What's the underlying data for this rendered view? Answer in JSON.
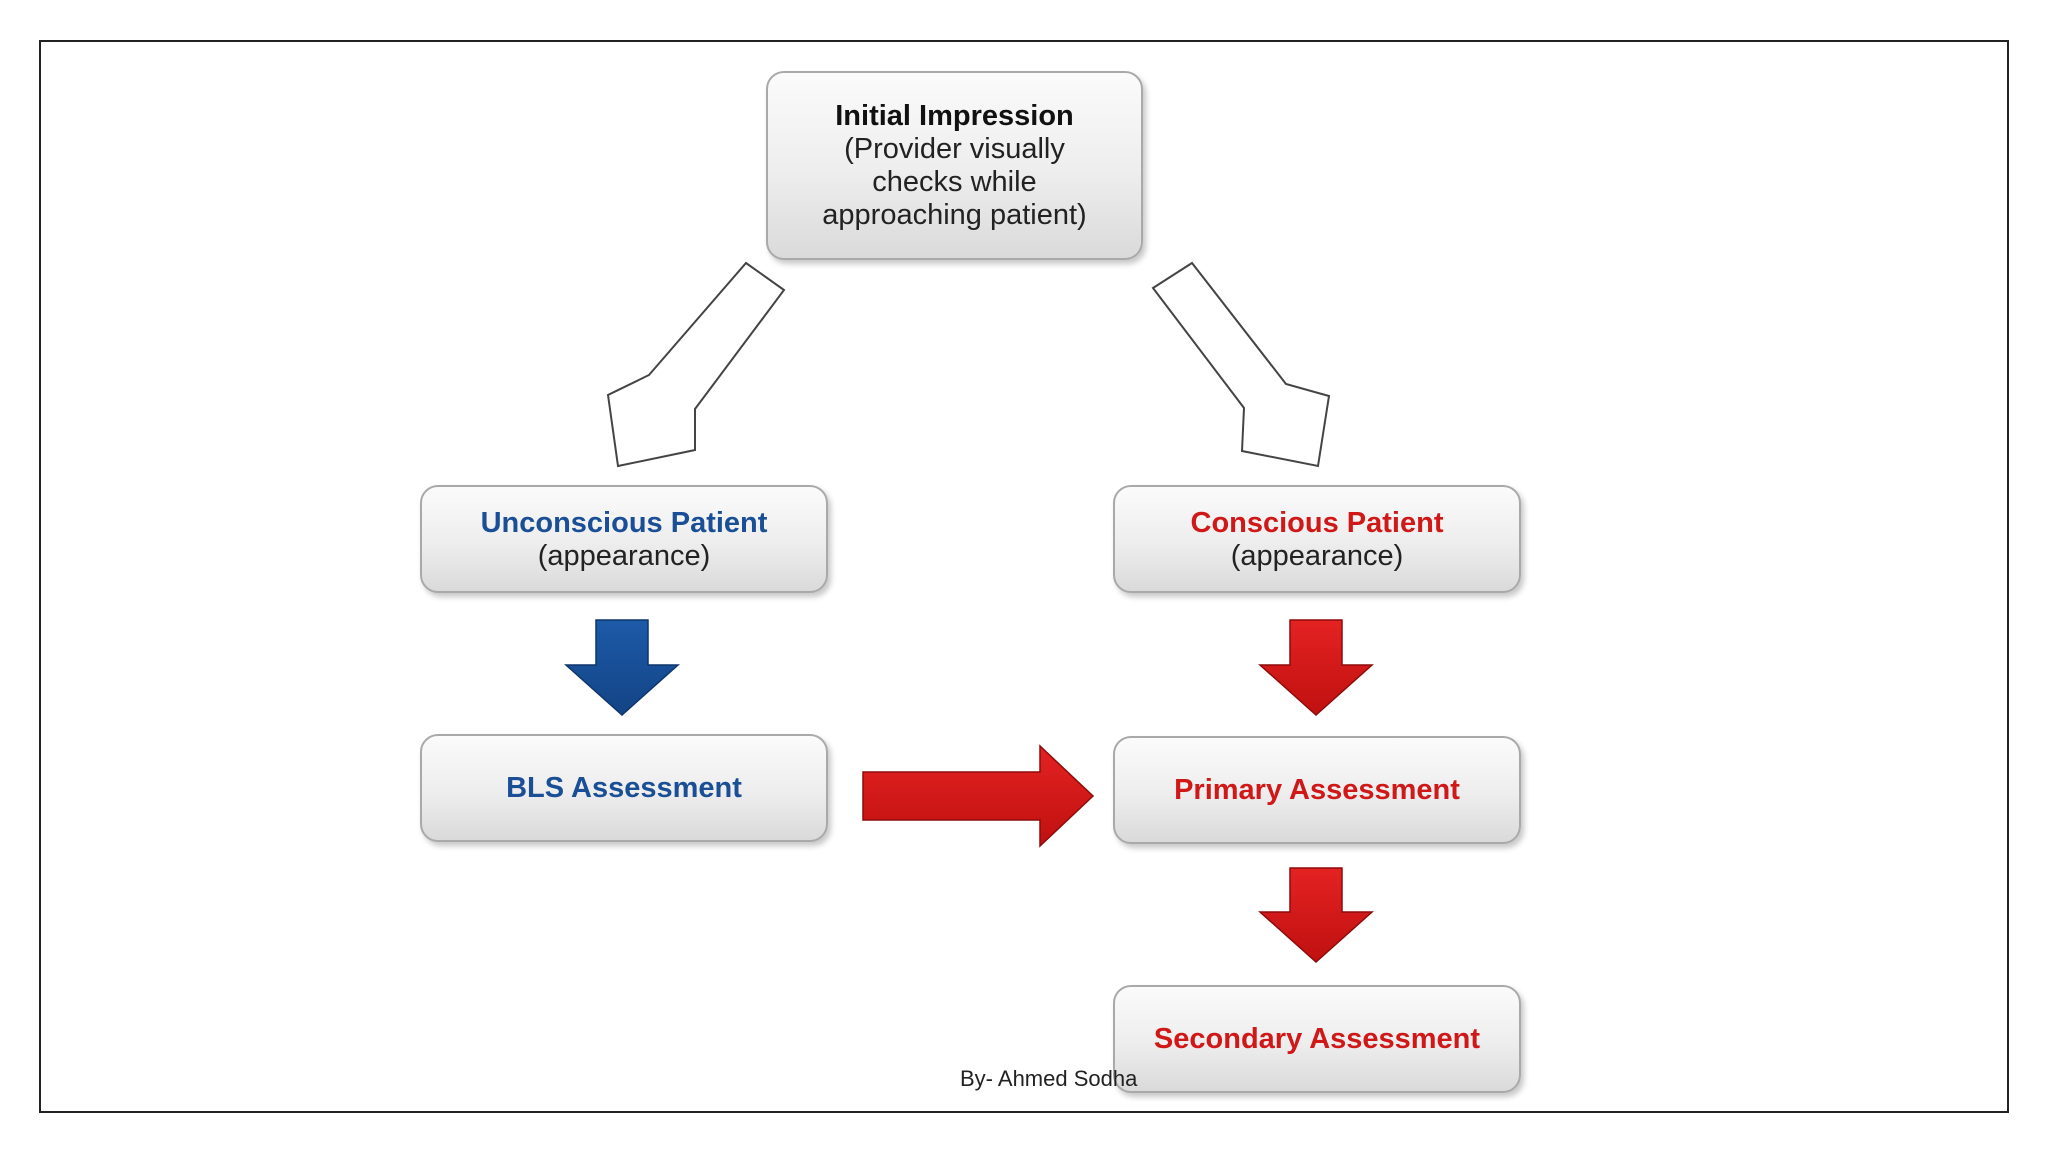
{
  "nodes": {
    "initial": {
      "title": "Initial Impression",
      "subtitle": "(Provider visually\nchecks while\napproaching patient)"
    },
    "unconscious": {
      "title": "Unconscious Patient",
      "subtitle": "(appearance)"
    },
    "conscious": {
      "title": "Conscious Patient",
      "subtitle": "(appearance)"
    },
    "bls": {
      "title": "BLS Assessment"
    },
    "primary": {
      "title": "Primary Assessment"
    },
    "secondary": {
      "title": "Secondary Assessment"
    }
  },
  "colors": {
    "blue": "#1a4f96",
    "red": "#d01818",
    "box_border": "#a9a9a9"
  },
  "footer": "By- Ahmed Sodha"
}
